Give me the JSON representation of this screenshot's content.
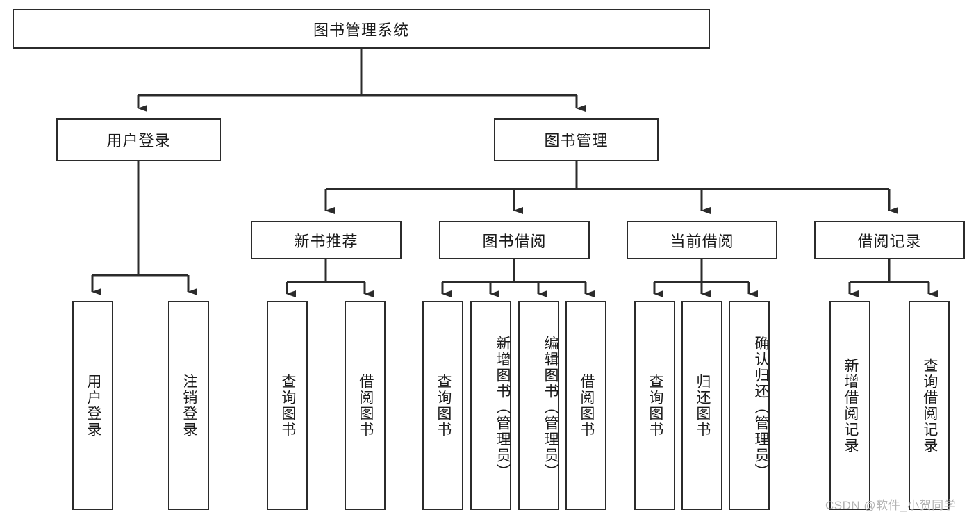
{
  "diagram": {
    "type": "tree-hierarchy",
    "title": "图书管理系统",
    "root": {
      "label": "图书管理系统"
    },
    "level2": [
      {
        "label": "用户登录"
      },
      {
        "label": "图书管理"
      }
    ],
    "level3": [
      {
        "label": "新书推荐"
      },
      {
        "label": "图书借阅"
      },
      {
        "label": "当前借阅"
      },
      {
        "label": "借阅记录"
      }
    ],
    "leaves": {
      "user_login": [
        {
          "label": "用户登录"
        },
        {
          "label": "注销登录"
        }
      ],
      "new_book_recommend": [
        {
          "label": "查询图书"
        },
        {
          "label": "借阅图书"
        }
      ],
      "book_borrow": [
        {
          "label": "查询图书"
        },
        {
          "label": "新增图书（管理员）"
        },
        {
          "label": "编辑图书（管理员）"
        },
        {
          "label": "借阅图书"
        }
      ],
      "current_borrow": [
        {
          "label": "查询图书"
        },
        {
          "label": "归还图书"
        },
        {
          "label": "确认归还（管理员）"
        }
      ],
      "borrow_record": [
        {
          "label": "新增借阅记录"
        },
        {
          "label": "查询借阅记录"
        }
      ]
    }
  },
  "watermark": {
    "text": "CSDN @软件_小贺同学"
  },
  "colors": {
    "stroke": "#2b2b2b",
    "background": "#ffffff",
    "text": "#1a1a1a",
    "watermark": "#b4b4b4"
  }
}
